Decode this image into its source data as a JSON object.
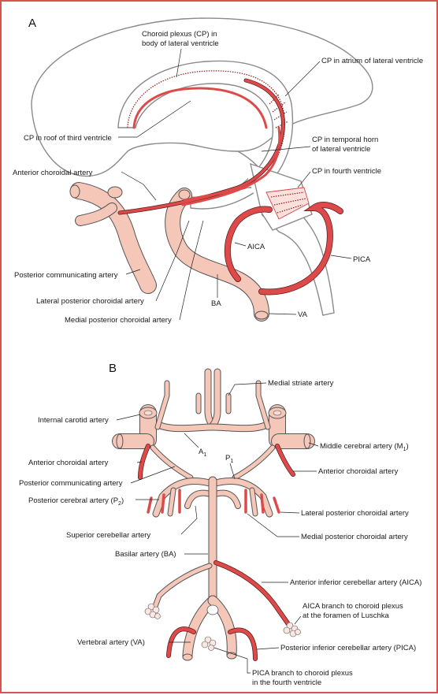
{
  "panel_a": {
    "letter": "A",
    "labels": {
      "cp_body_1": "Choroid plexus (CP) in",
      "cp_body_2": "body of lateral ventricle",
      "cp_atrium": "CP in atrium of lateral ventricle",
      "cp_roof": "CP in roof of third ventricle",
      "cp_temporal_1": "CP in temporal horn",
      "cp_temporal_2": "of lateral ventricle",
      "cp_fourth": "CP in fourth ventricle",
      "ant_choroidal": "Anterior choroidal artery",
      "aica": "AICA",
      "pica": "PICA",
      "post_comm": "Posterior communicating artery",
      "lat_post_choroidal": "Lateral posterior choroidal artery",
      "ba": "BA",
      "va": "VA",
      "med_post_choroidal": "Medial posterior choroidal artery"
    }
  },
  "panel_b": {
    "letter": "B",
    "labels": {
      "medial_striate": "Medial striate artery",
      "internal_carotid": "Internal carotid artery",
      "a1_base": "A",
      "a1_sub": "1",
      "p1_base": "P",
      "p1_sub": "1",
      "middle_cerebral_base": "Middle cerebral artery (M",
      "middle_cerebral_sub": "1",
      "middle_cerebral_end": ")",
      "ant_choroidal_left": "Anterior choroidal artery",
      "ant_choroidal_right": "Anterior choroidal artery",
      "post_comm": "Posterior communicating artery",
      "post_cerebral_base": "Posterior cerebral artery (P",
      "post_cerebral_sub": "2",
      "post_cerebral_end": ")",
      "lat_post_choroidal": "Lateral posterior choroidal artery",
      "superior_cerebellar": "Superior cerebellar artery",
      "med_post_choroidal": "Medial posterior choroidal artery",
      "basilar": "Basilar artery (BA)",
      "aica_full": "Anterior inferior cerebellar artery (AICA)",
      "aica_branch_1": "AICA branch to choroid plexus",
      "aica_branch_2": "at the foramen of Luschka",
      "vertebral": "Vertebral artery (VA)",
      "pica_full": "Posterior inferior cerebellar artery (PICA)",
      "pica_branch_1": "PICA branch to choroid plexus",
      "pica_branch_2": "in the fourth ventricle"
    }
  },
  "colors": {
    "artery_pink": "#f4c7b8",
    "choroidal_red": "#de4a4a",
    "plexus_dark": "#8d1f1f",
    "brain_outline": "#8a8a8a",
    "frame": "#d9534f"
  }
}
